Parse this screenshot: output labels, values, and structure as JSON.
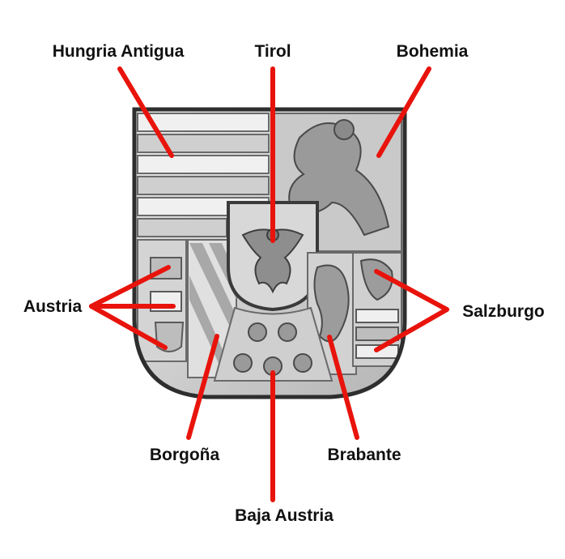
{
  "labels": {
    "hungria_antigua": "Hungria Antigua",
    "tirol": "Tirol",
    "bohemia": "Bohemia",
    "austria": "Austria",
    "salzburgo": "Salzburgo",
    "borgona": "Borgoña",
    "brabante": "Brabante",
    "baja_austria": "Baja Austria"
  },
  "colors": {
    "pointer": "#e8140c",
    "label": "#111111",
    "shield_base": "#d9d9d9",
    "shield_outline": "#3a3a3a"
  }
}
